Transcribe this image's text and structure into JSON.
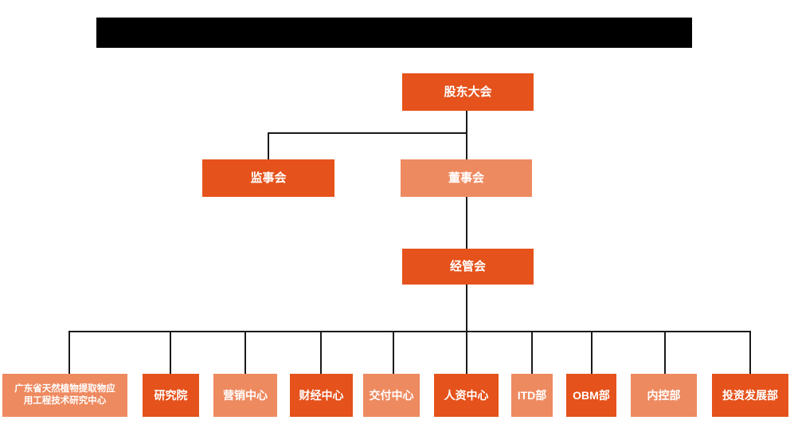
{
  "colors": {
    "primary_orange": "#E5521B",
    "secondary_orange": "#EE8A60",
    "connector_line": "#1a1a1a",
    "redacted_bar": "#000000",
    "node_text": "#ffffff",
    "background": "#ffffff"
  },
  "org": {
    "level1": [
      {
        "id": "shareholders-meeting",
        "label": "股东大会",
        "variant": "primary"
      }
    ],
    "level2": [
      {
        "id": "supervisory-board",
        "label": "监事会",
        "variant": "primary"
      },
      {
        "id": "board-of-directors",
        "label": "董事会",
        "variant": "secondary"
      }
    ],
    "level3": [
      {
        "id": "management-committee",
        "label": "经管会",
        "variant": "primary"
      }
    ],
    "level4": [
      {
        "id": "gd-natural-plant-extract-research-center",
        "label": "广东省天然植物提取物应用工程技术研究中心",
        "lines": [
          "广东省天然植物提取物应",
          "用工程技术研究中心"
        ],
        "variant": "secondary"
      },
      {
        "id": "research-institute",
        "label": "研究院",
        "variant": "primary"
      },
      {
        "id": "marketing-center",
        "label": "营销中心",
        "variant": "secondary"
      },
      {
        "id": "finance-center",
        "label": "财经中心",
        "variant": "primary"
      },
      {
        "id": "delivery-center",
        "label": "交付中心",
        "variant": "secondary"
      },
      {
        "id": "hr-center",
        "label": "人资中心",
        "variant": "primary"
      },
      {
        "id": "itd-dept",
        "label": "ITD部",
        "variant": "secondary"
      },
      {
        "id": "obm-dept",
        "label": "OBM部",
        "variant": "primary"
      },
      {
        "id": "internal-control-dept",
        "label": "内控部",
        "variant": "secondary"
      },
      {
        "id": "investment-development-dept",
        "label": "投资发展部",
        "variant": "primary"
      }
    ]
  }
}
